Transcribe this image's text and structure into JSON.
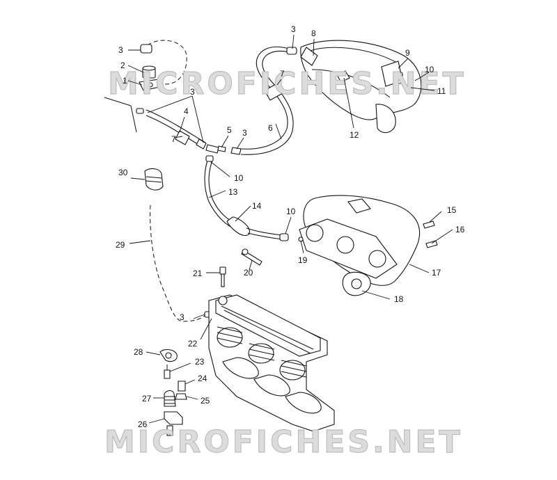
{
  "watermarks": [
    "MICROFICHES.NET",
    "MICROFICHES.NET"
  ],
  "callouts": {
    "c1": "1",
    "c2": "2",
    "c3a": "3",
    "c3b": "3",
    "c3c": "3",
    "c3d": "3",
    "c3e": "3",
    "c4": "4",
    "c5": "5",
    "c6": "6",
    "c7a": "7",
    "c7b": "7",
    "c8": "8",
    "c9": "9",
    "c10a": "10",
    "c10b": "10",
    "c10c": "10",
    "c11": "11",
    "c12": "12",
    "c13": "13",
    "c14": "14",
    "c15": "15",
    "c16": "16",
    "c17": "17",
    "c18": "18",
    "c19": "19",
    "c20": "20",
    "c21": "21",
    "c22": "22",
    "c23": "23",
    "c24": "24",
    "c25": "25",
    "c26": "26",
    "c27": "27",
    "c28": "28",
    "c29": "29",
    "c30": "30"
  }
}
